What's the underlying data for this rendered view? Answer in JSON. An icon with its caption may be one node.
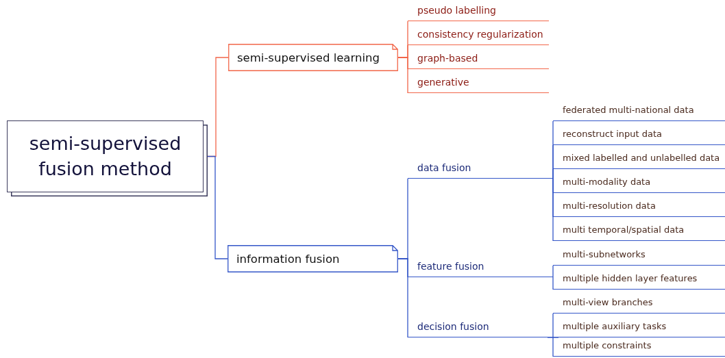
{
  "diagram": {
    "nodes": [
      {
        "text": [
          "semi-supervised fusion method"
        ]
      },
      {
        "text": [
          "semi-supervised learning"
        ]
      },
      {
        "text": [
          "pseudo labelling"
        ]
      },
      {
        "text": [
          "consistency regularization"
        ]
      },
      {
        "text": [
          "graph-based"
        ]
      },
      {
        "text": [
          "generative"
        ]
      },
      {
        "text": [
          "information fusion"
        ]
      },
      {
        "text": [
          "data fusion"
        ]
      },
      {
        "text": [
          "federated multi-national data"
        ]
      },
      {
        "text": [
          "reconstruct input data"
        ]
      },
      {
        "text": [
          "mixed labelled and unlabelled data"
        ]
      },
      {
        "text": [
          "multi-modality data"
        ]
      },
      {
        "text": [
          "multi-resolution data"
        ]
      },
      {
        "text": [
          "multi temporal/spatial data"
        ]
      },
      {
        "text": [
          "feature fusion"
        ]
      },
      {
        "text": [
          "multi-subnetworks"
        ]
      },
      {
        "text": [
          "multiple hidden layer features"
        ]
      },
      {
        "text": [
          "decision fusion"
        ]
      },
      {
        "text": [
          "multi-view branches"
        ]
      },
      {
        "text": [
          "multiple auxiliary tasks"
        ]
      },
      {
        "text": [
          "multiple constraints"
        ]
      }
    ],
    "edges": [
      {
        "from": 0,
        "to": 1,
        "arrow": "none",
        "color": "#f26649"
      },
      {
        "from": 1,
        "to": 2,
        "arrow": "none",
        "color": "#f26649"
      },
      {
        "from": 1,
        "to": 3,
        "arrow": "none",
        "color": "#f26649"
      },
      {
        "from": 1,
        "to": 4,
        "arrow": "none",
        "color": "#f26649"
      },
      {
        "from": 1,
        "to": 5,
        "arrow": "none",
        "color": "#f26649"
      },
      {
        "from": 0,
        "to": 6,
        "arrow": "none"
      },
      {
        "from": 6,
        "to": 7,
        "arrow": "none"
      },
      {
        "from": 7,
        "to": 8,
        "arrow": "none"
      },
      {
        "from": 7,
        "to": 9,
        "arrow": "none"
      },
      {
        "from": 7,
        "to": 10,
        "arrow": "none"
      },
      {
        "from": 7,
        "to": 11,
        "arrow": "none"
      },
      {
        "from": 7,
        "to": 12,
        "arrow": "none"
      },
      {
        "from": 7,
        "to": 13,
        "arrow": "none"
      },
      {
        "from": 6,
        "to": 14,
        "arrow": "none"
      },
      {
        "from": 14,
        "to": 15,
        "arrow": "none"
      },
      {
        "from": 14,
        "to": 16,
        "arrow": "none"
      },
      {
        "from": 6,
        "to": 17,
        "arrow": "none"
      },
      {
        "from": 17,
        "to": 18,
        "arrow": "none"
      },
      {
        "from": 17,
        "to": 19,
        "arrow": "none"
      },
      {
        "from": 17,
        "to": 20,
        "arrow": "none"
      }
    ]
  }
}
